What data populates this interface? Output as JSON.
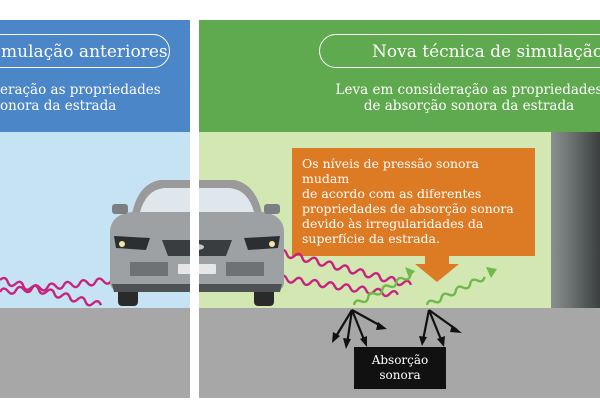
{
  "left_panel": {
    "title": "mulação anteriores",
    "description_lines": [
      "eração as propriedades",
      "onora da estrada"
    ]
  },
  "right_panel": {
    "title": "Nova técnica de simulação",
    "description_lines": [
      "Leva em consideração as propriedades",
      "de absorção sonora da estrada"
    ],
    "callout_lines": [
      "Os níveis de pressão sonora mudam",
      "de acordo com as diferentes",
      "propriedades de absorção sonora",
      "devido às irregularidades da",
      "superfície da estrada."
    ],
    "absorption_label_lines": [
      "Absorção",
      "sonora"
    ]
  },
  "colors": {
    "left_band": "#4a86c8",
    "right_band": "#5faa4e",
    "left_scene": "#c6e3f4",
    "right_scene": "#d3e7b2",
    "road": "#a7a7a7",
    "callout": "#dd7a24",
    "sound_wave": "#c8237f",
    "reflected_wave": "#6fba4a",
    "absorption_arrow": "#111111"
  }
}
